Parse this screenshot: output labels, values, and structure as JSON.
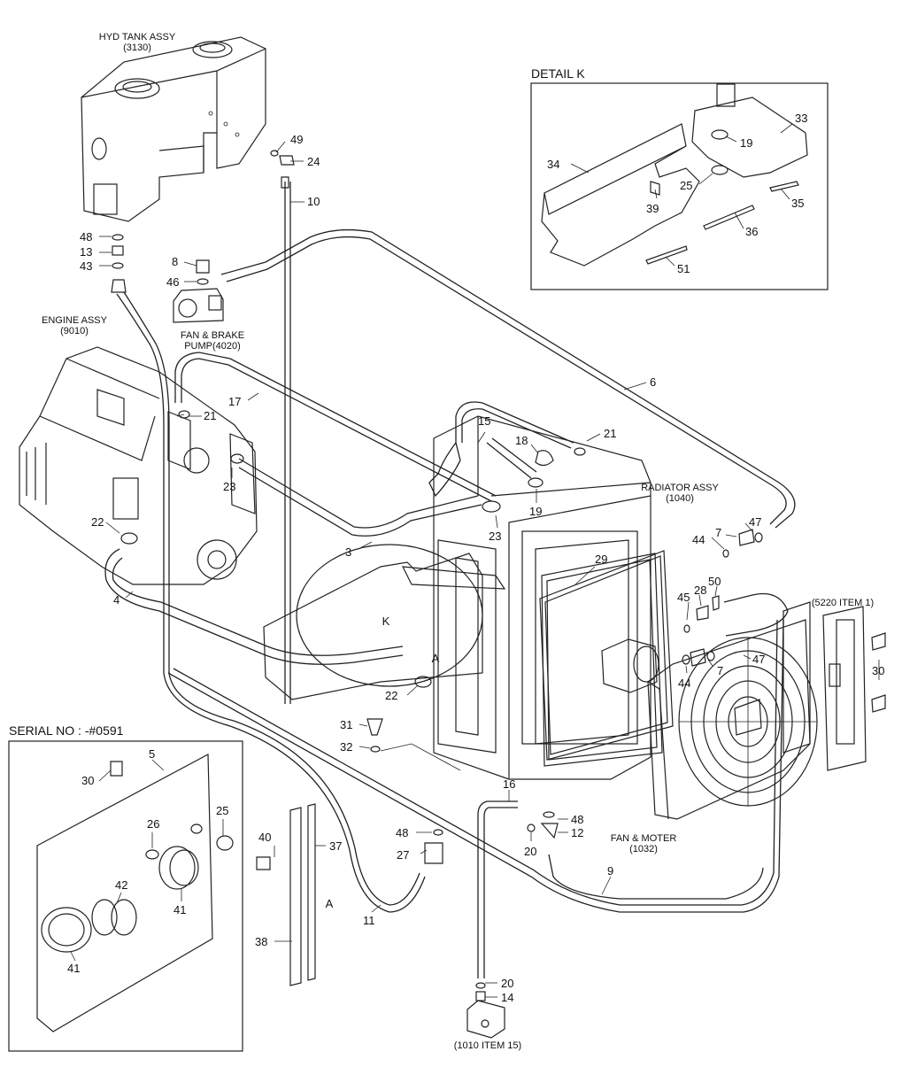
{
  "labels": {
    "hyd_tank": "HYD TANK ASSY",
    "hyd_tank_no": "(3130)",
    "engine": "ENGINE ASSY",
    "engine_no": "(9010)",
    "fan_pump_1": "FAN & BRAKE",
    "fan_pump_2": "PUMP(4020)",
    "radiator": "RADIATOR ASSY",
    "radiator_no": "(1040)",
    "fan_motor": "FAN & MOTER",
    "fan_motor_no": "(1032)",
    "item_5220": "(5220 ITEM 1)",
    "item_1010": "(1010 ITEM 15)",
    "detail_k": "DETAIL K",
    "serial": "SERIAL NO : -#0591",
    "k_marker": "K",
    "a_marker_1": "A",
    "a_marker_2": "A"
  },
  "callouts": {
    "c49": "49",
    "c24": "24",
    "c10": "10",
    "c48a": "48",
    "c13": "13",
    "c43": "43",
    "c8": "8",
    "c46": "46",
    "c21a": "21",
    "c17": "17",
    "c6": "6",
    "c15": "15",
    "c18": "18",
    "c21b": "21",
    "c23a": "23",
    "c22a": "22",
    "c19": "19",
    "c23b": "23",
    "c3": "3",
    "c4": "4",
    "c47a": "47",
    "c7a": "7",
    "c44a": "44",
    "c29": "29",
    "c45": "45",
    "c28": "28",
    "c50": "50",
    "c47b": "47",
    "c7b": "7",
    "c44b": "44",
    "c30a": "30",
    "c22b": "22",
    "c31": "31",
    "c32": "32",
    "c16": "16",
    "c48b": "48",
    "c12": "12",
    "c20a": "20",
    "c48c": "48",
    "c27": "27",
    "c9": "9",
    "c11": "11",
    "c40": "40",
    "c37": "37",
    "c38": "38",
    "c20b": "20",
    "c14": "14",
    "k33": "33",
    "k19": "19",
    "k34": "34",
    "k25": "25",
    "k39": "39",
    "k35": "35",
    "k36": "36",
    "k51": "51",
    "s5": "5",
    "s30": "30",
    "s26": "26",
    "s25": "25",
    "s42": "42",
    "s41a": "41",
    "s41b": "41"
  }
}
